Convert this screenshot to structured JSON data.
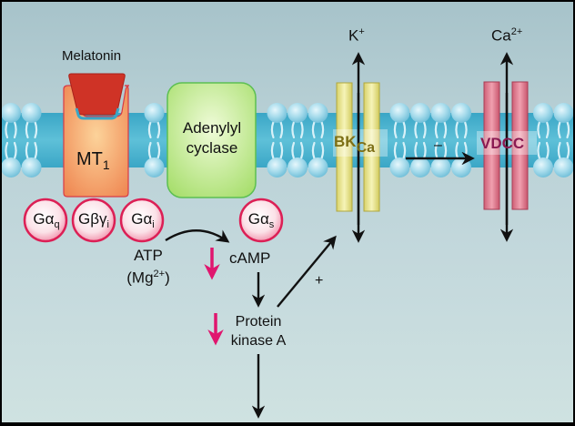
{
  "ligand": {
    "label": "Melatonin"
  },
  "receptor": {
    "label": "MT",
    "subscript": "1"
  },
  "enzyme": {
    "line1": "Adenylyl",
    "line2": "cyclase"
  },
  "g_proteins": [
    {
      "id": "gaq",
      "base": "Gα",
      "subscript": "q"
    },
    {
      "id": "gbgi",
      "base": "Gβγ",
      "subscript": "i"
    },
    {
      "id": "gai",
      "base": "Gα",
      "subscript": "i"
    },
    {
      "id": "gas",
      "base": "Gα",
      "subscript": "s"
    }
  ],
  "substrate": {
    "line1": "ATP",
    "line2_prefix": "(Mg",
    "line2_sup": "2+",
    "line2_suffix": ")"
  },
  "second_messenger": {
    "label": "cAMP"
  },
  "kinase": {
    "line1": "Protein",
    "line2": "kinase A"
  },
  "bk_channel": {
    "label": "BK",
    "subscript": "Ca",
    "ion": "K",
    "ion_sup": "+"
  },
  "vdcc_channel": {
    "label": "VDCC",
    "ion": "Ca",
    "ion_sup": "2+"
  },
  "signs": {
    "plus": "+",
    "minus": "–"
  },
  "colors": {
    "receptor": "#f29a63",
    "ligand": "#d23a2b",
    "enzyme": "#c6ea9c",
    "gprotein_ring": "#e0245e",
    "bk": "#ece99a",
    "bk_text": "#7d6f16",
    "vdcc": "#e0798c",
    "vdcc_text": "#8a1a52",
    "decrease_arrow": "#e0166e",
    "lipid_head": "#9fd7ea",
    "lipid_core": "#4fb4cf"
  }
}
